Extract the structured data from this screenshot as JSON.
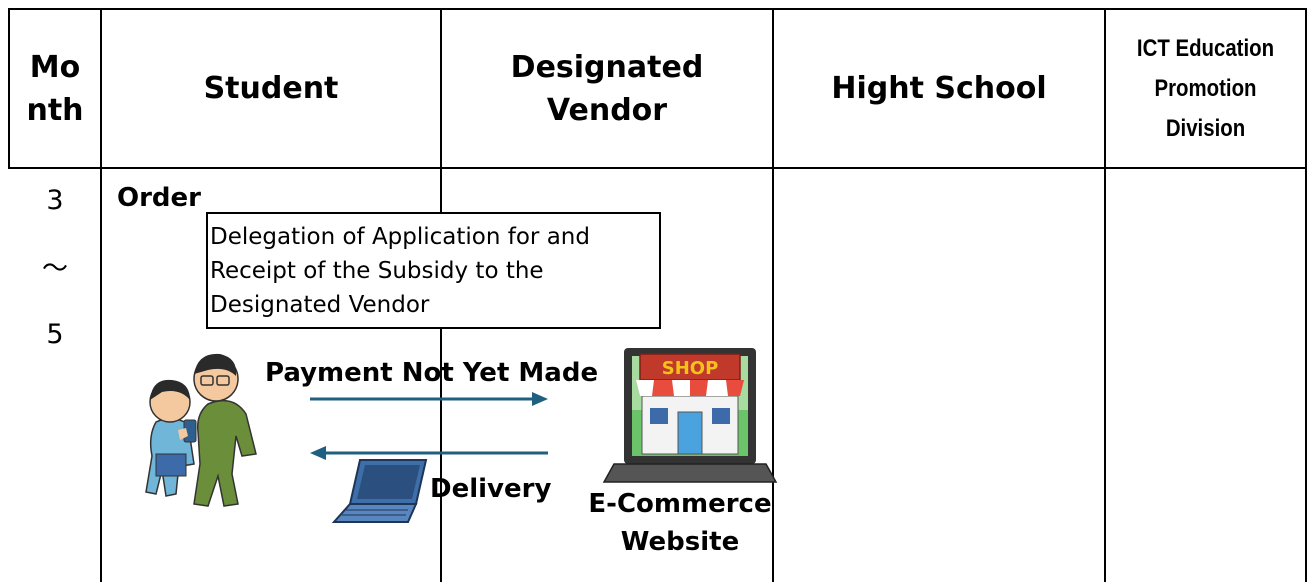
{
  "header": {
    "month": "Mo\nnth",
    "student": "Student",
    "vendor": "Designated\nVendor",
    "school": "Hight School",
    "division": "ICT Education\nPromotion\nDivision"
  },
  "row": {
    "month_start": "3",
    "month_sep": "〜",
    "month_end": "5",
    "order_label": "Order",
    "delegation_text": "Delegation of Application for and\nReceipt of the Subsidy to the\nDesignated Vendor",
    "payment_label": "Payment Not Yet Made",
    "delivery_label": "Delivery",
    "ecommerce_label": "E-Commerce\nWebsite",
    "shop_sign": "SHOP"
  },
  "colors": {
    "arrow": "#1f5f7f",
    "shop_sign": "#c0392b",
    "shop_text": "#f4c21b",
    "laptop_blue": "#3f6fa8"
  },
  "icons": [
    "people-illustration",
    "laptop-icon",
    "shop-laptop-icon",
    "arrow-right-icon",
    "arrow-left-icon"
  ]
}
